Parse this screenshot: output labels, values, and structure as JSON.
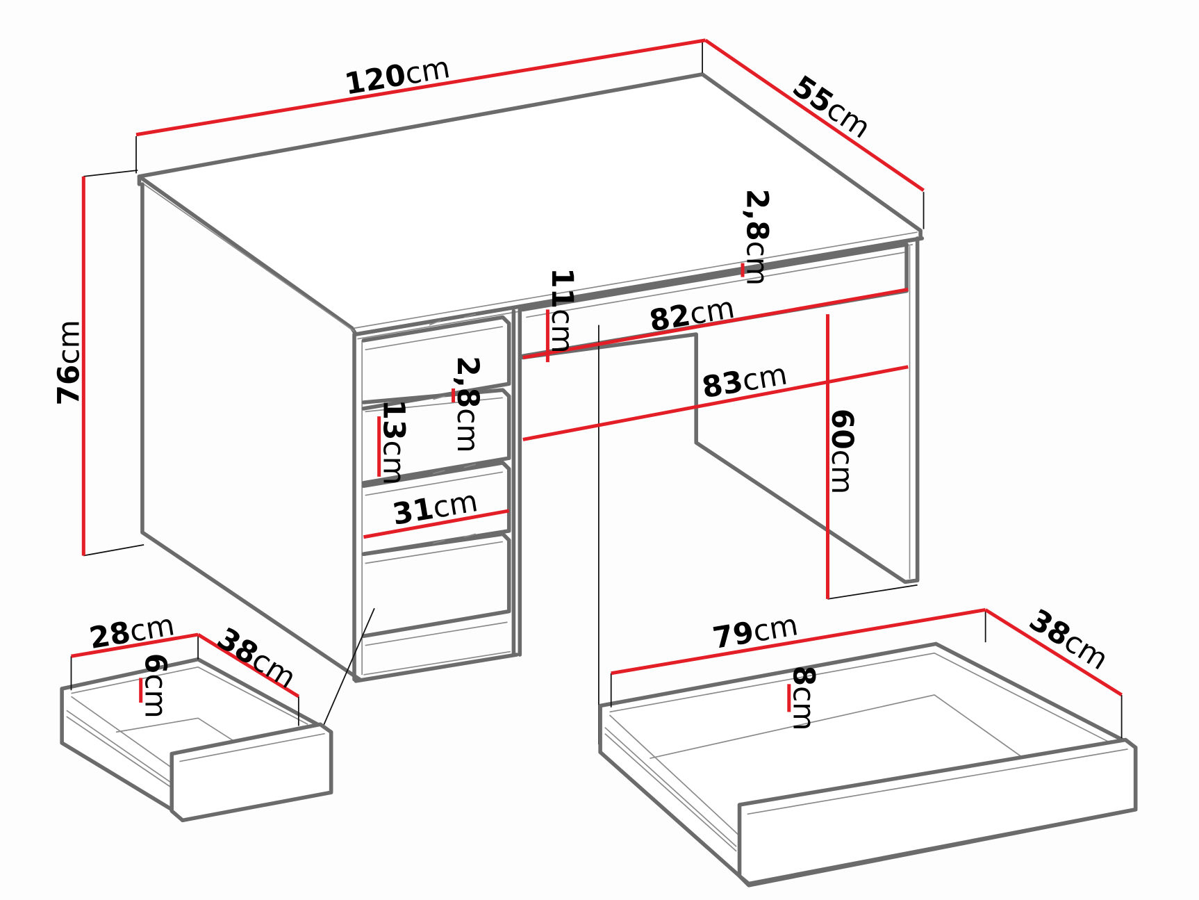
{
  "diagram": {
    "title": "Desk dimension drawing",
    "colors": {
      "dimension_line": "#e31e26",
      "outline": "#6b6b6b",
      "text": "#000000",
      "background": "#fdfdfd"
    },
    "labels": {
      "width": {
        "value": "120",
        "unit": "cm"
      },
      "depth": {
        "value": "55",
        "unit": "cm"
      },
      "height": {
        "value": "76",
        "unit": "cm"
      },
      "top_thickness": {
        "value": "2,8",
        "unit": "cm"
      },
      "apron_height": {
        "value": "11",
        "unit": "cm"
      },
      "apron_width": {
        "value": "82",
        "unit": "cm"
      },
      "knee_width": {
        "value": "83",
        "unit": "cm"
      },
      "knee_height": {
        "value": "60",
        "unit": "cm"
      },
      "drawer_gap": {
        "value": "2,8",
        "unit": "cm"
      },
      "drawer_front_h": {
        "value": "13",
        "unit": "cm"
      },
      "drawer_front_w": {
        "value": "31",
        "unit": "cm"
      },
      "small_drawer_w": {
        "value": "28",
        "unit": "cm"
      },
      "small_drawer_d": {
        "value": "38",
        "unit": "cm"
      },
      "small_drawer_h": {
        "value": "6",
        "unit": "cm"
      },
      "large_drawer_w": {
        "value": "79",
        "unit": "cm"
      },
      "large_drawer_d": {
        "value": "38",
        "unit": "cm"
      },
      "large_drawer_h": {
        "value": "8",
        "unit": "cm"
      }
    }
  }
}
